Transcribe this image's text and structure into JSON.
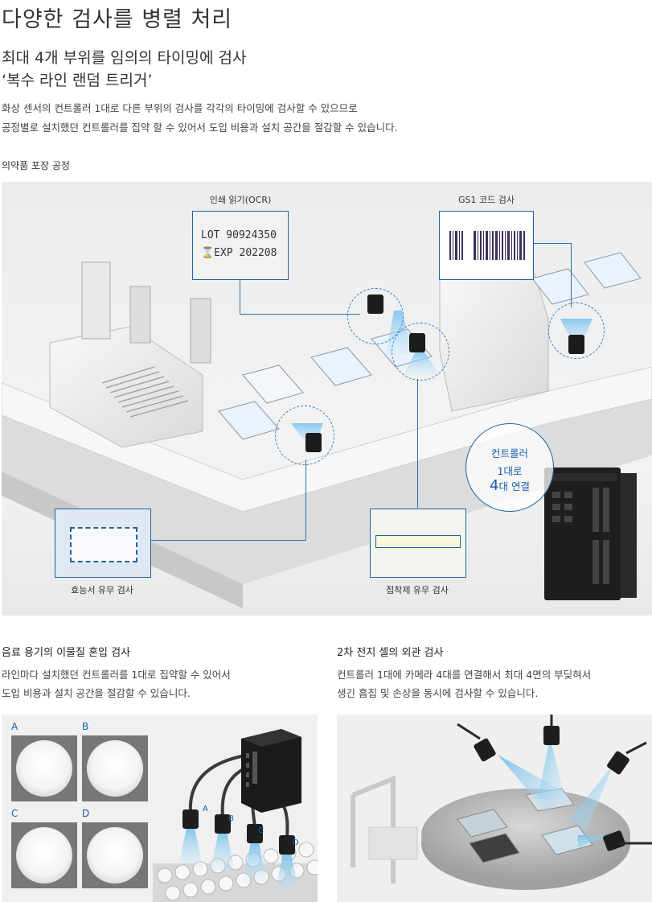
{
  "header": {
    "title": "다양한 검사를 병렬 처리",
    "subtitle_line1": "최대 4개 부위를 임의의 타이밍에 검사",
    "subtitle_line2": "‘복수 라인 랜덤 트리거’",
    "desc_line1": "화상 센서의 컨트롤러 1대로 다른 부위의 검사를 각각의 타이밍에 검사할 수 있으므로",
    "desc_line2": "공정별로 설치했던 컨트롤러를 집약 할 수 있어서 도입 비용과 설치 공간을 절감할 수 있습니다."
  },
  "pharma": {
    "section_label": "의약품 포장 공정",
    "ocr_label": "인쇄 읽기(OCR)",
    "ocr_text_line1": "LOT 90924350",
    "ocr_text_line2": "⌛EXP 202208",
    "gs1_label": "GS1 코드 검사",
    "leaflet_label": "효능서 유무 검사",
    "adhesive_label": "접착제 유무 검사",
    "controller_line1": "컨트롤러",
    "controller_line2": "1대로",
    "controller_num": "4",
    "controller_line3": "대 연결"
  },
  "beverage": {
    "title": "음료 용기의 이물질 혼입 검사",
    "desc_line1": "라인마다 설치했던 컨트롤러를 1대로 집약할 수 있어서",
    "desc_line2": "도입 비용과 설치 공간을 절감할 수 있습니다.",
    "letters": [
      "A",
      "B",
      "C",
      "D"
    ]
  },
  "battery": {
    "title": "2차 전지 셀의 외관 검사",
    "desc_line1": "컨트롤러 1대에 카메라 4대를 연결해서 최대 4면의 부딪혀서",
    "desc_line2": "생긴 흠집 및 손상을 동시에 검사할 수 있습니다."
  },
  "colors": {
    "accent": "#1f64a3",
    "text": "#333333",
    "panel_bg": "#eeeeee"
  }
}
